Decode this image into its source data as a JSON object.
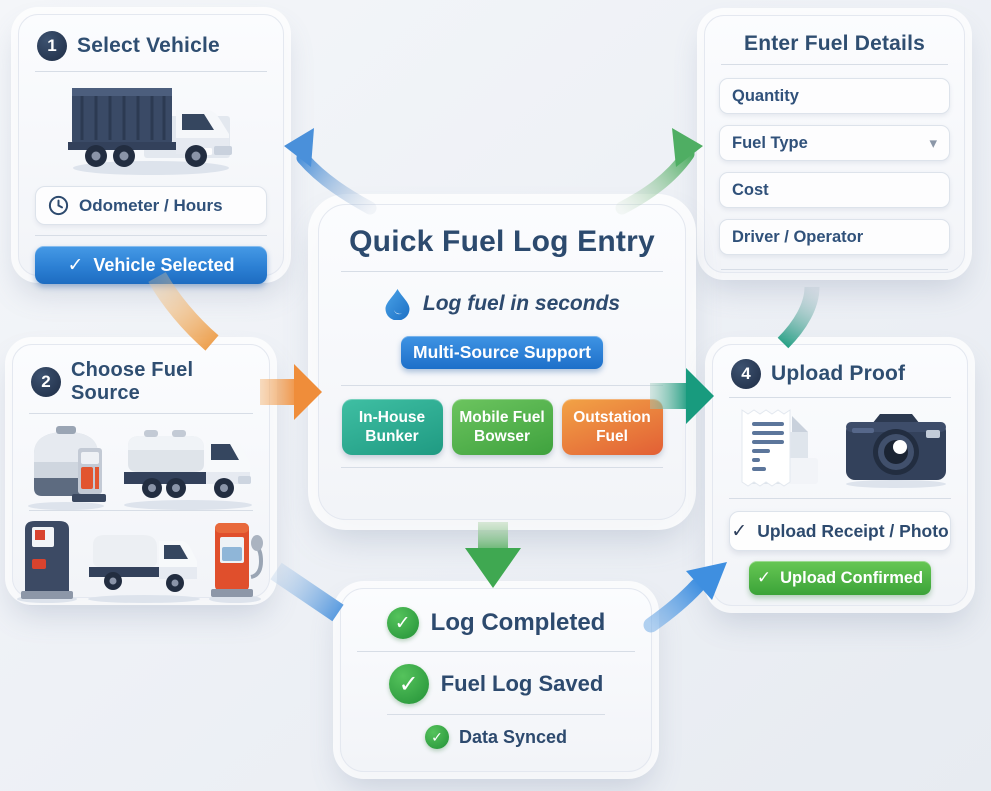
{
  "icons": {
    "check": "✓",
    "chevron_down": "▾"
  },
  "colors": {
    "title_navy": "#2f4e71",
    "accent_blue": "#2c80d4",
    "accent_green": "#3fa23e",
    "accent_teal": "#1f9a82",
    "accent_orange": "#e8763a",
    "confirm_green": "#3ba338"
  },
  "panels": {
    "select_vehicle": {
      "step": "1",
      "title": "Select Vehicle",
      "odometer_label": "Odometer / Hours",
      "selected_button": "Vehicle Selected"
    },
    "enter_fuel_details": {
      "title": "Enter Fuel Details",
      "fields": [
        {
          "label": "Quantity"
        },
        {
          "label": "Fuel Type"
        },
        {
          "label": "Cost"
        },
        {
          "label": "Driver / Operator"
        }
      ]
    },
    "quick_entry": {
      "title": "Quick Fuel Log Entry",
      "tagline": "Log fuel in seconds",
      "support_button": "Multi-Source Support",
      "sources": [
        {
          "label": "In-House Bunker"
        },
        {
          "label": "Mobile Fuel Bowser"
        },
        {
          "label": "Outstation Fuel"
        }
      ]
    },
    "choose_fuel_source": {
      "step": "2",
      "title": "Choose Fuel Source"
    },
    "upload_proof": {
      "step": "4",
      "title": "Upload Proof",
      "receipt_button": "Upload Receipt / Photo",
      "confirmed_button": "Upload Confirmed"
    },
    "log_completed": {
      "title": "Log Completed",
      "saved": "Fuel Log Saved",
      "synced": "Data Synced"
    }
  }
}
